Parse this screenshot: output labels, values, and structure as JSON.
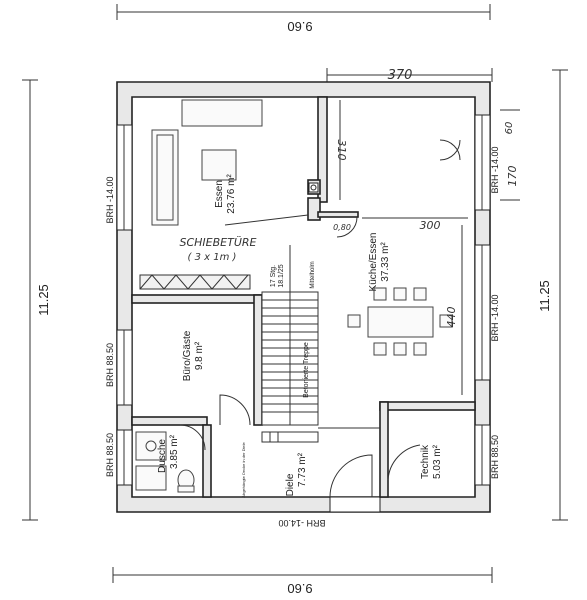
{
  "dimensions": {
    "top_width": "9.60",
    "bottom_width": "9.60",
    "left_height": "11.25",
    "right_height": "11.25",
    "kitchen_width": "370",
    "kitchen_depth": "310",
    "kitchen_inner": "300",
    "kitchen_side": "440",
    "window_small": "60",
    "window_right_hand": "170"
  },
  "sill_heights": {
    "top_left": "BRH -14.00",
    "top_right": "BRH -14.00",
    "office_left": "BRH 88.50",
    "shower_left": "BRH 88.50",
    "kitchen_right": "BRH -14.00",
    "technik_right": "BRH 88.50",
    "bottom": "BRH -14.00"
  },
  "rooms": {
    "essen": {
      "name": "Essen",
      "area": "23.76 m²"
    },
    "kueche": {
      "name": "Küche/Essen",
      "area": "37.33 m²"
    },
    "buero": {
      "name": "Büro/Gäste",
      "area": "9.8 m²"
    },
    "dusche": {
      "name": "Dusche",
      "area": "3.85 m²"
    },
    "diele": {
      "name": "Diele",
      "area": "7.73 m²"
    },
    "technik": {
      "name": "Technik",
      "area": "5.03 m²"
    }
  },
  "annotations": {
    "sliding_door": "SCHIEBETÜRE",
    "sliding_door_size": "( 3 x 1m )",
    "stairs_steps": "17 Stg.",
    "stairs_ratio": "18.1/25",
    "stairs_label": "Betonierte Treppe",
    "stairs_side": "Mittelholm",
    "door_small": "0,80",
    "small_note": "Abgehängte Decke in der Diele"
  }
}
